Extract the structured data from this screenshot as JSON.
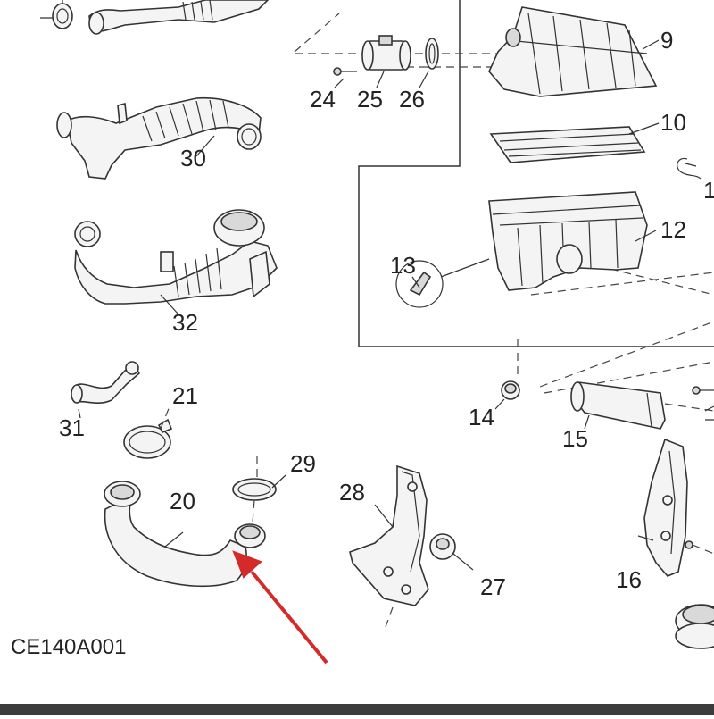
{
  "diagram": {
    "code": "CE140A001",
    "callouts": {
      "p9": "9",
      "p10": "10",
      "p11": "1",
      "p12": "12",
      "p13": "13",
      "p14": "14",
      "p15": "15",
      "p16": "16",
      "p20": "20",
      "p21": "21",
      "p24": "24",
      "p25": "25",
      "p26": "26",
      "p27": "27",
      "p28": "28",
      "p29": "29",
      "p30": "30",
      "p31": "31",
      "p32": "32"
    },
    "highlight_color": "#d42a2a"
  }
}
